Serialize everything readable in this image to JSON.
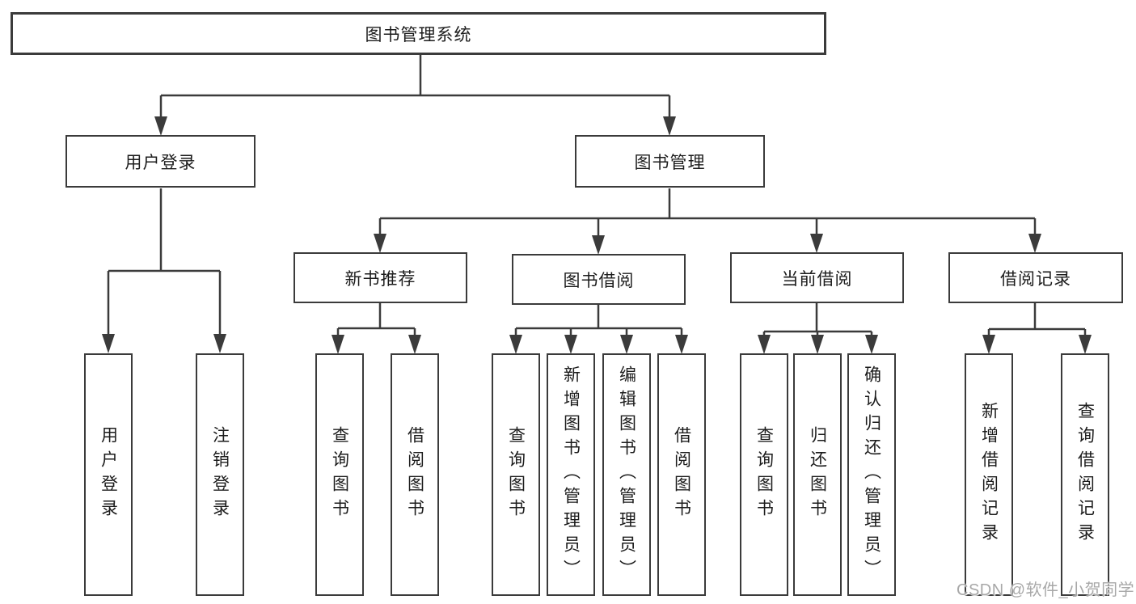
{
  "diagram": {
    "root": {
      "label": "图书管理系统"
    },
    "level2": [
      {
        "label": "用户登录"
      },
      {
        "label": "图书管理"
      }
    ],
    "level3": [
      {
        "parent": "图书管理",
        "label": "新书推荐"
      },
      {
        "parent": "图书管理",
        "label": "图书借阅"
      },
      {
        "parent": "图书管理",
        "label": "当前借阅"
      },
      {
        "parent": "图书管理",
        "label": "借阅记录"
      }
    ],
    "leaves": [
      {
        "parent": "用户登录",
        "label": "用户登录"
      },
      {
        "parent": "用户登录",
        "label": "注销登录"
      },
      {
        "parent": "新书推荐",
        "label": "查询图书"
      },
      {
        "parent": "新书推荐",
        "label": "借阅图书"
      },
      {
        "parent": "图书借阅",
        "label": "查询图书"
      },
      {
        "parent": "图书借阅",
        "label": "新增图书（管理员）"
      },
      {
        "parent": "图书借阅",
        "label": "编辑图书（管理员）"
      },
      {
        "parent": "图书借阅",
        "label": "借阅图书"
      },
      {
        "parent": "当前借阅",
        "label": "查询图书"
      },
      {
        "parent": "当前借阅",
        "label": "归还图书"
      },
      {
        "parent": "当前借阅",
        "label": "确认归还（管理员）"
      },
      {
        "parent": "借阅记录",
        "label": "新增借阅记录"
      },
      {
        "parent": "借阅记录",
        "label": "查询借阅记录"
      }
    ],
    "watermark": "CSDN @软件_小贺同学",
    "colors": {
      "line": "#3b3b3b",
      "text": "#1c1c1c",
      "background": "#ffffff",
      "watermark": "#a8a8a8"
    }
  }
}
